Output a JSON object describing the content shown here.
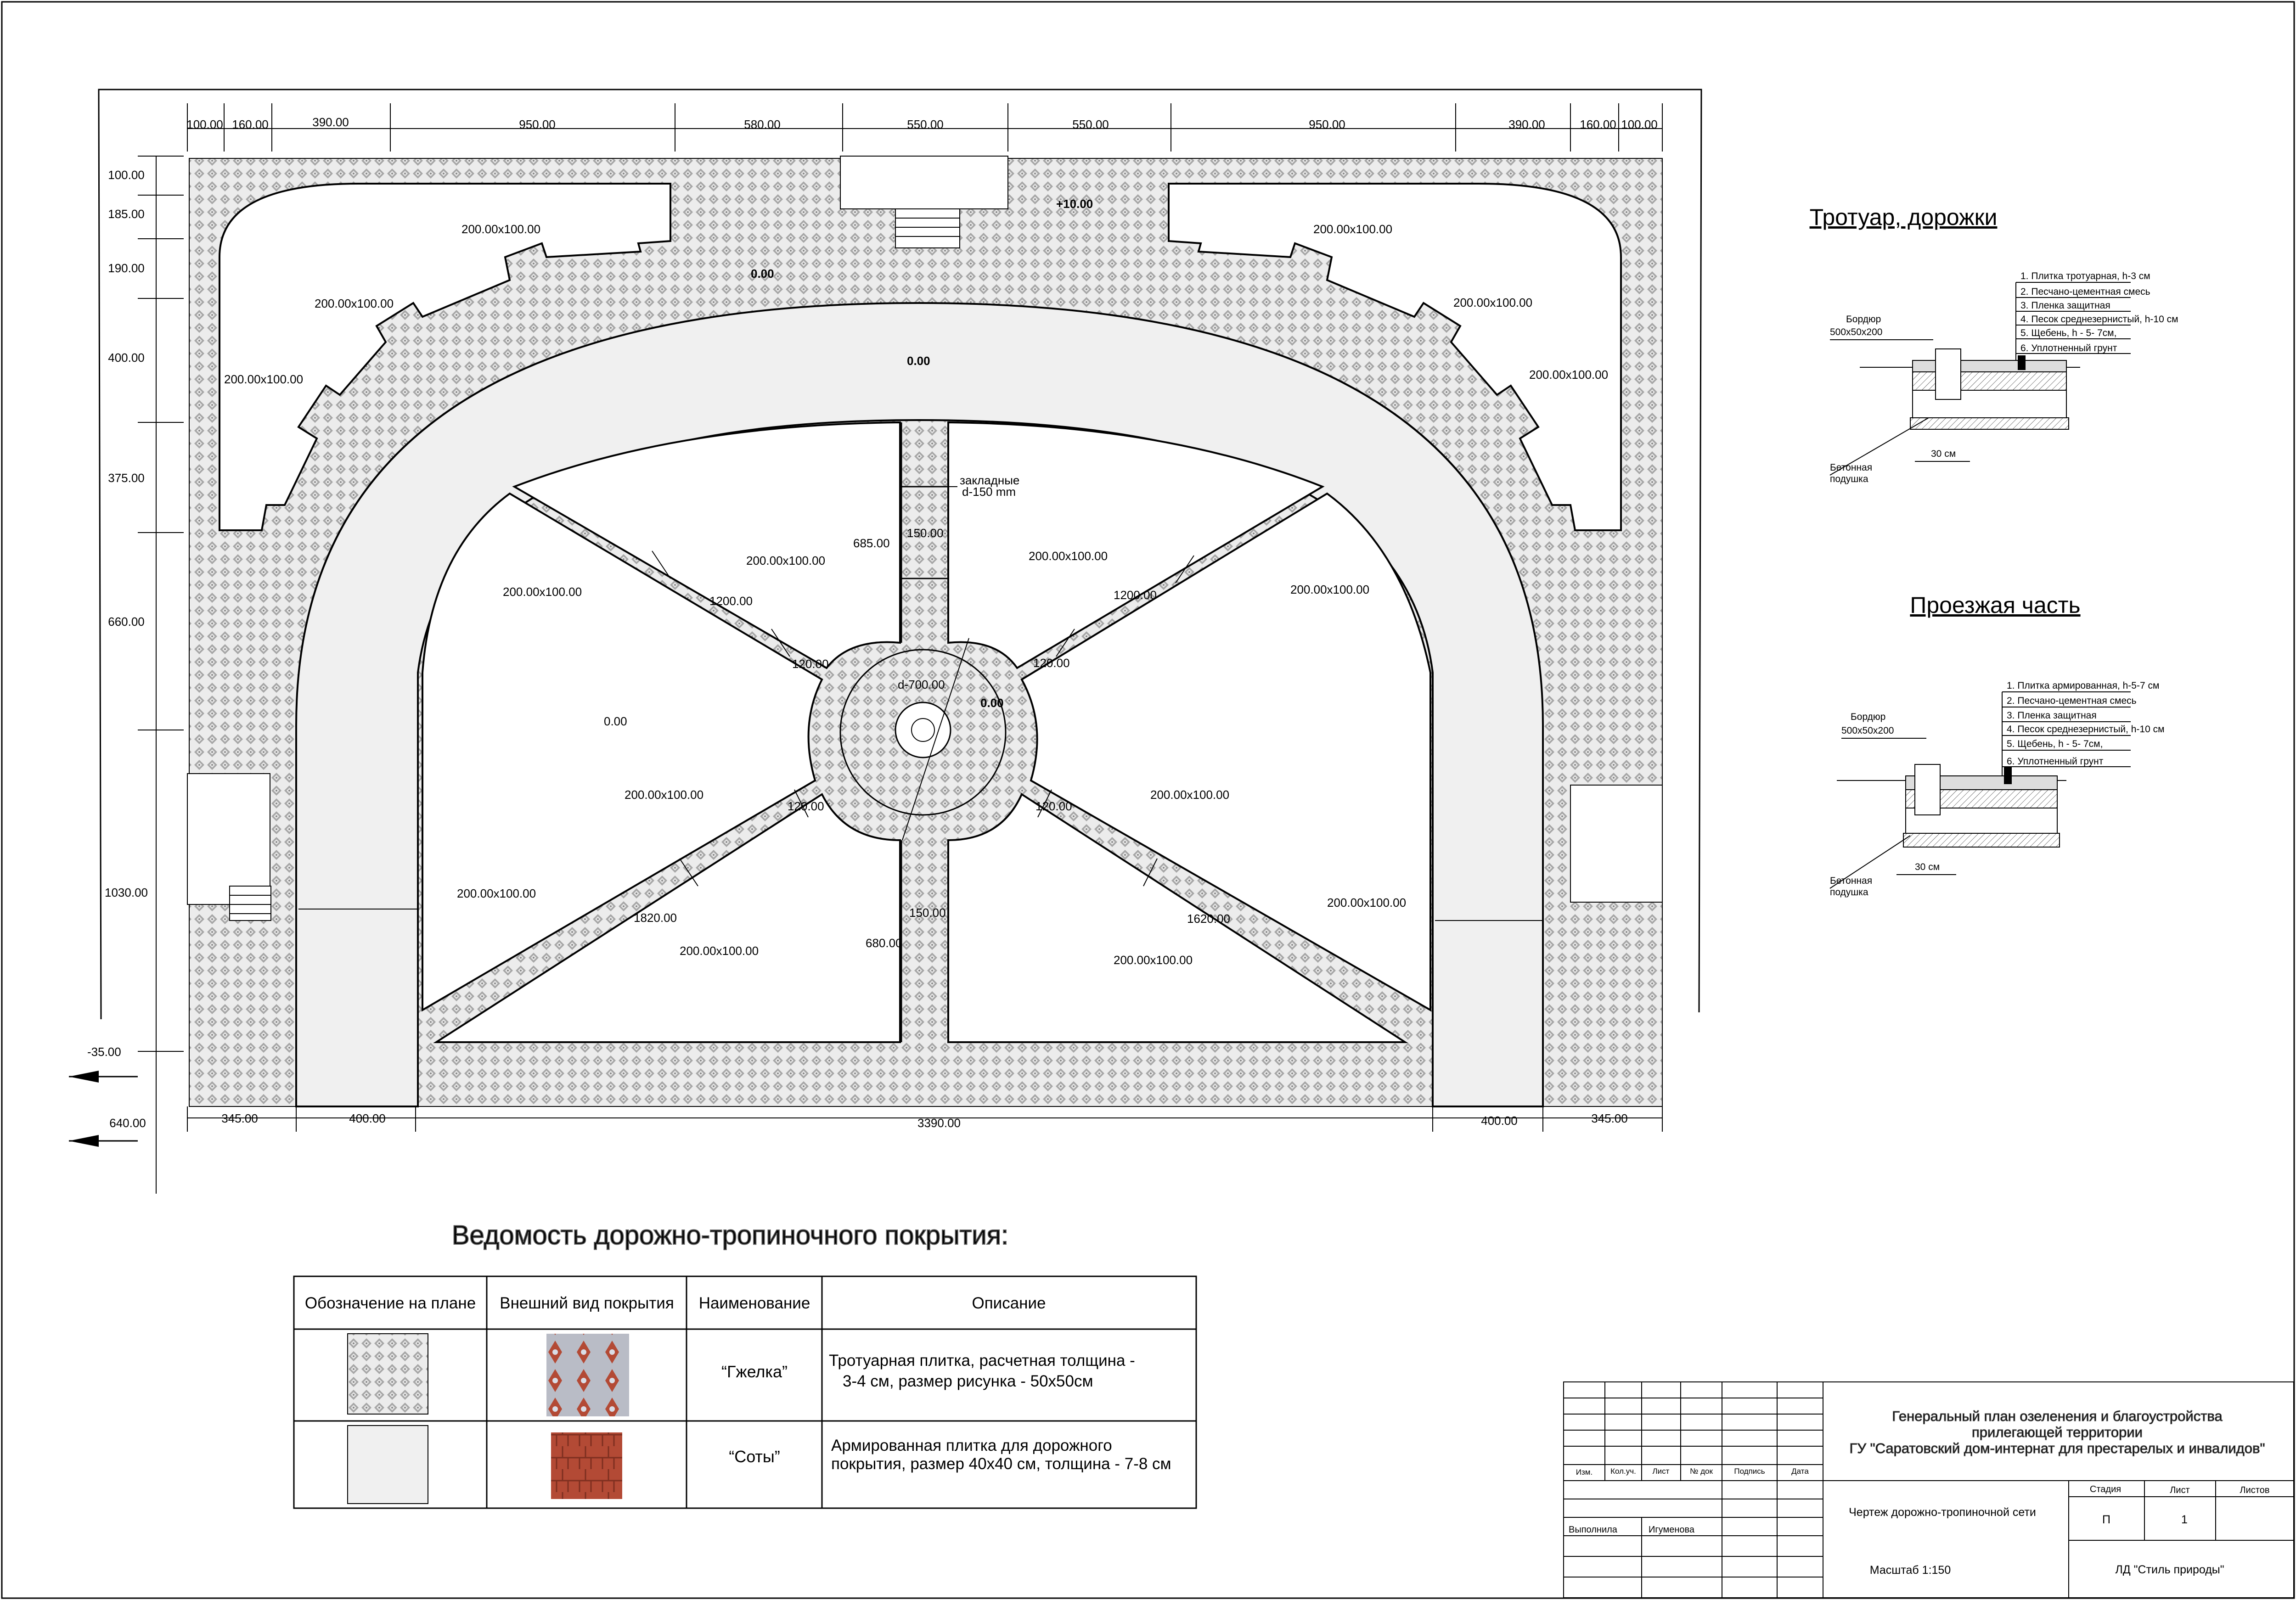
{
  "plan": {
    "top_dims": [
      "100.00",
      "160.00",
      "390.00",
      "950.00",
      "580.00",
      "550.00",
      "550.00",
      "950.00",
      "390.00",
      "160.00",
      "100.00"
    ],
    "left_dims": [
      "100.00",
      "185.00",
      "190.00",
      "400.00",
      "375.00",
      "660.00",
      "1030.00"
    ],
    "bottom_dims": [
      "345.00",
      "400.00",
      "3390.00",
      "400.00",
      "345.00"
    ],
    "level_neg": "-35.00",
    "dim_640": "640.00",
    "level_top": "+10.00",
    "level_zero": "0.00",
    "level_zero_left": "0.00",
    "level_zero_center": "0.00",
    "tile_label": "200.00x100.00",
    "dim_1200": "1200.00",
    "dim_1620": "1620.00",
    "dim_1820": "1820.00",
    "dim_120": "120.00",
    "dim_150": "150.00",
    "dim_685": "685.00",
    "dim_680": "680.00",
    "circle_label": "d-700.00",
    "embed_label_1": "закладные",
    "embed_label_2": "d-150 mm"
  },
  "sections": {
    "sidewalk_title": "Тротуар, дорожки",
    "sidewalk_layers": [
      "1. Плитка тротуарная, h-3 см",
      "2. Песчано-цементная смесь",
      "3. Пленка защитная",
      "4. Песок среднезернистый, h-10 см",
      "5. Щебень, h - 5- 7см,",
      "6. Уплотненный грунт"
    ],
    "roadway_title": "Проезжая часть",
    "roadway_layers": [
      "1. Плитка армированная, h-5-7 см",
      "2. Песчано-цементная смесь",
      "3. Пленка защитная",
      "4. Песок среднезернистый, h-10 см",
      "5. Щебень, h - 5- 7см,",
      "6. Уплотненный грунт"
    ],
    "curb_label": "Бордюр",
    "curb_size": "500x50x200",
    "pad_label_1": "Бетонная",
    "pad_label_2": "подушка",
    "width_30": "30 см"
  },
  "legend": {
    "title": "Ведомость дорожно-тропиночного покрытия:",
    "headers": [
      "Обозначение на плане",
      "Внешний вид покрытия",
      "Наименование",
      "Описание"
    ],
    "rows": [
      {
        "name": "“Гжелка”",
        "desc_1": "Тротуарная плитка, расчетная толщина -",
        "desc_2": "3-4 см, размер рисунка - 50х50см"
      },
      {
        "name": "“Соты”",
        "desc_1": "Армированная плитка для дорожного",
        "desc_2": "покрытия, размер 40х40 см, толщина - 7-8 см"
      }
    ]
  },
  "stamp": {
    "title_1": "Генеральный план  озеленения и благоустройства",
    "title_2": "прилегающей территории",
    "title_3": "ГУ \"Саратовский дом-интернат для престарелых и инвалидов\"",
    "cols": [
      "Изм.",
      "Кол.уч.",
      "Лист",
      "№ док",
      "Подпись",
      "Дата"
    ],
    "sheet_name": "Чертеж дорожно-тропиночной сети",
    "stage_label": "Стадия",
    "sheet_label": "Лист",
    "sheets_label": "Листов",
    "stage_value": "П",
    "sheet_value": "1",
    "performer_label": "Выполнила",
    "performer_name": "Игуменова",
    "scale": "Масштаб 1:150",
    "company": "ЛД \"Стиль природы\""
  },
  "colors": {
    "tile_a": "#b9bcc6",
    "tile_b": "#b34a35",
    "tile_light": "#f0f0f0"
  }
}
